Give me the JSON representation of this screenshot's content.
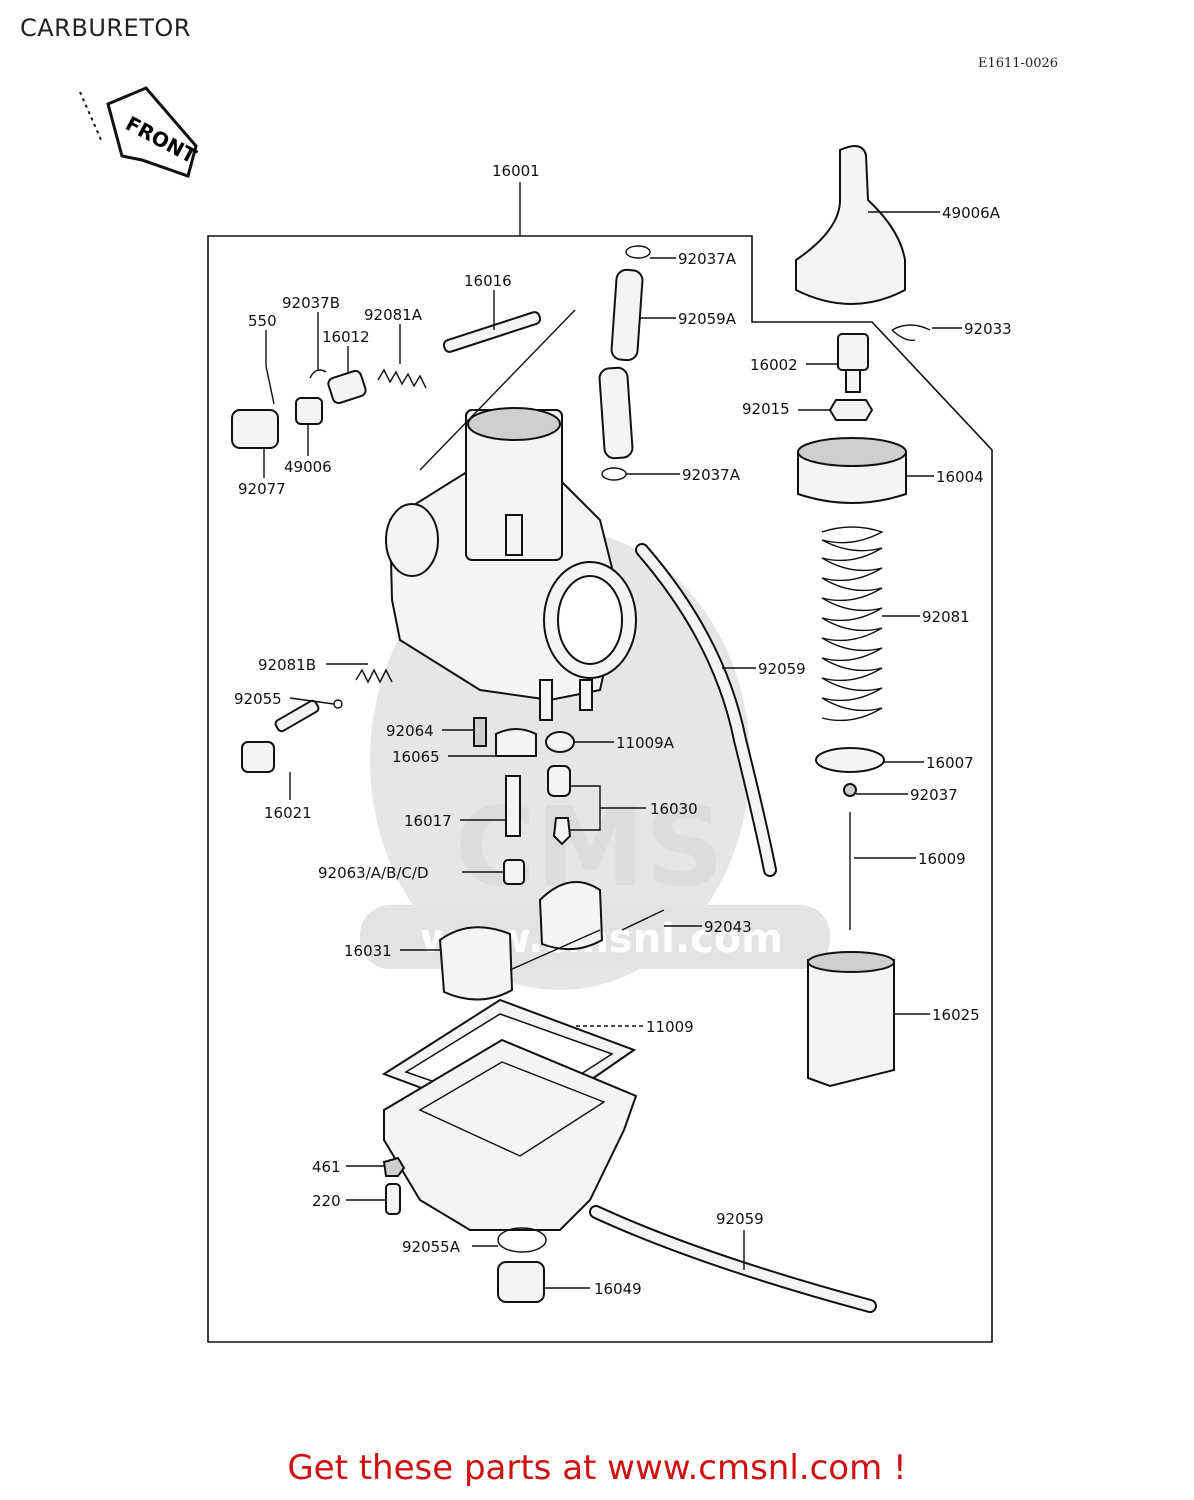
{
  "page": {
    "title": "CARBURETOR",
    "drawing_code": "E1611-0026",
    "footer": "Get these parts at www.cmsnl.com !"
  },
  "arrow": {
    "text": "FRONT"
  },
  "watermark": {
    "text": "CMS",
    "url": "www.cmsnl.com"
  },
  "labels": {
    "p16001": "16001",
    "p49006A": "49006A",
    "p92037A_top": "92037A",
    "p92033": "92033",
    "p92059A": "92059A",
    "p16016": "16016",
    "p92037B": "92037B",
    "p92081A": "92081A",
    "p550": "550",
    "p16012": "16012",
    "p16002": "16002",
    "p92015": "92015",
    "p49006": "49006",
    "p92077": "92077",
    "p92037A_bottom": "92037A",
    "p16004": "16004",
    "p92081": "92081",
    "p92081B": "92081B",
    "p92055": "92055",
    "p92059_mid": "92059",
    "p92064": "92064",
    "p11009A": "11009A",
    "p16065": "16065",
    "p16007": "16007",
    "p92037": "92037",
    "p16021": "16021",
    "p16017": "16017",
    "p16030": "16030",
    "p16009": "16009",
    "p92063": "92063/A/B/C/D",
    "p92043": "92043",
    "p16031": "16031",
    "p16025": "16025",
    "p11009": "11009",
    "p461": "461",
    "p220": "220",
    "p92059_bottom": "92059",
    "p92055A": "92055A",
    "p16049": "16049"
  }
}
